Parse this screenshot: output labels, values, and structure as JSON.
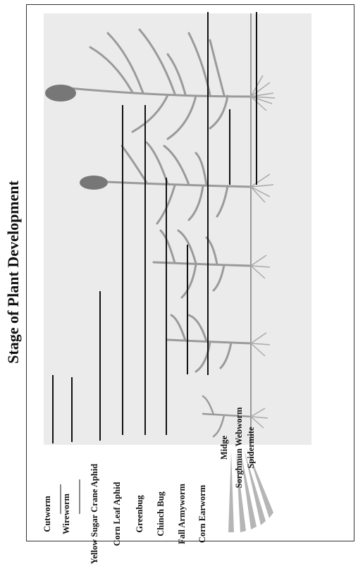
{
  "title": "Stage of Plant Development",
  "pests": [
    {
      "label": "Cutworm"
    },
    {
      "label": "Wireworm"
    },
    {
      "label": "Yellow Sugar Crane Aphid"
    },
    {
      "label": "Corn Leaf Aphid"
    },
    {
      "label": "Greenbug"
    },
    {
      "label": "Chinch Bug"
    },
    {
      "label": "Fall Armyworm"
    },
    {
      "label": "Corn Earworm"
    },
    {
      "label": "Midge"
    },
    {
      "label": "Sorghmun Webworm"
    },
    {
      "label": "Spidermite"
    }
  ],
  "colors": {
    "line": "#111111",
    "plant": "#9a9a9a",
    "grain_head": "#777777",
    "backdrop": "#e9e9e9"
  }
}
